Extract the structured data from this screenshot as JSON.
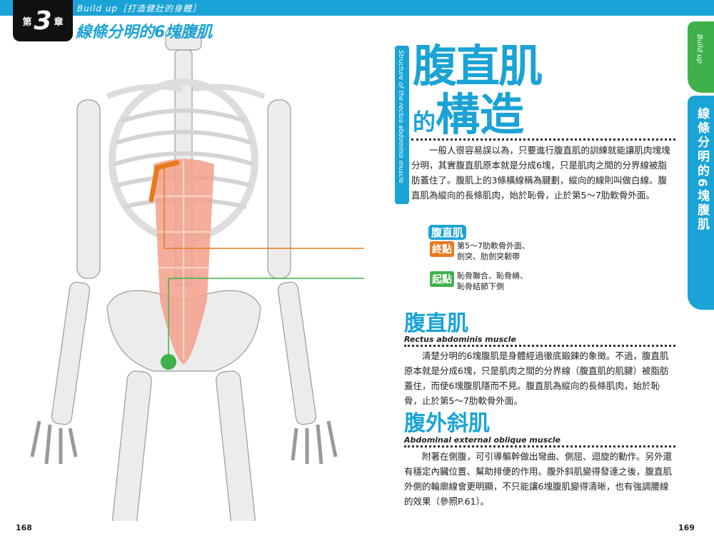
{
  "header": {
    "chapter_prefix": "第",
    "chapter_number": "3",
    "chapter_suffix": "章",
    "series": "Build up［打造健壯的身體］",
    "chapter_title": "線條分明的6塊腹肌"
  },
  "side_tab": {
    "top": "Build up",
    "main": "線條分明的6塊腹肌"
  },
  "section": {
    "vertical_en": "Structure of the rectus abdominis muscle",
    "title_line1": "腹直肌",
    "title_small": "的",
    "title_line2": "構造",
    "intro": "一般人很容易誤以為，只要進行腹直肌的訓練就能讓肌肉塊塊分明，其實腹直肌原本就是分成6塊，只是肌肉之間的分界線被脂肪蓋住了。腹肌上的3條橫線稱為腱劃，縱向的線則叫做白線。腹直肌為縱向的長條肌肉，始於恥骨，止於第5～7肋軟骨外面。"
  },
  "annotation": {
    "muscle": "腹直肌",
    "insertion_label": "終點",
    "insertion_text_1": "第5～7肋軟骨外面、",
    "insertion_text_2": "劍突、肋劍突韌帶",
    "origin_label": "起點",
    "origin_text_1": "恥骨聯合、恥骨嵴、",
    "origin_text_2": "恥骨結節下側",
    "colors": {
      "insertion": "#e87a1e",
      "origin": "#3fb14a"
    }
  },
  "muscles": [
    {
      "title": "腹直肌",
      "en": "Rectus abdominis muscle",
      "text": "清楚分明的6塊腹肌是身體經過徹底鍛鍊的象徵。不過，腹直肌原本就是分成6塊，只是肌肉之間的分界線（腹直肌的肌腱）被脂肪蓋住，而使6塊腹肌隱而不見。腹直肌為縱向的長條肌肉，始於恥骨，止於第5～7肋軟骨外面。"
    },
    {
      "title": "腹外斜肌",
      "en": "Abdominal external oblique muscle",
      "text": "附著在側腹，可引導軀幹做出彎曲、側屈、迴旋的動作。另外還有穩定內臟位置、幫助排便的作用。腹外斜肌變得發達之後，腹直肌外側的輪廓線會更明顯，不只能讓6塊腹肌變得清晰，也有強調腰線的效果（參照P.61）。"
    }
  ],
  "pages": {
    "left": "168",
    "right": "169"
  },
  "colors": {
    "accent": "#1aa3d6",
    "green": "#3fb14a",
    "orange": "#e87a1e",
    "muscle": "#f2a08a"
  }
}
